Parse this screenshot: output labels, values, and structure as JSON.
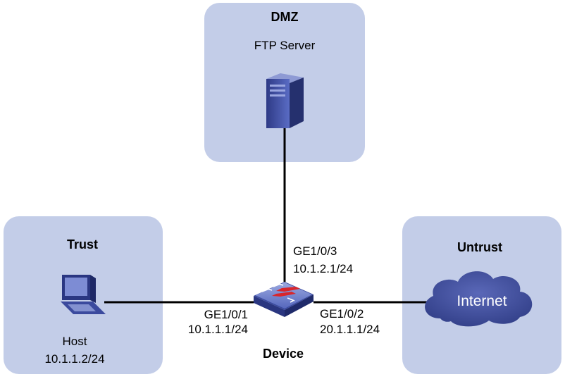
{
  "zones": {
    "dmz": {
      "title": "DMZ"
    },
    "trust": {
      "title": "Trust"
    },
    "untrust": {
      "title": "Untrust"
    }
  },
  "nodes": {
    "ftp_server": {
      "label": "FTP Server"
    },
    "host": {
      "label": "Host",
      "ip": "10.1.1.2/24"
    },
    "device": {
      "label": "Device"
    },
    "internet": {
      "label": "Internet"
    }
  },
  "interfaces": {
    "ge103": {
      "name": "GE1/0/3",
      "ip": "10.1.2.1/24"
    },
    "ge101": {
      "name": "GE1/0/1",
      "ip": "10.1.1.1/24"
    },
    "ge102": {
      "name": "GE1/0/2",
      "ip": "20.1.1.1/24"
    }
  },
  "colors": {
    "zone_fill": "#c3cde8",
    "link": "#000000",
    "cloud": "#3d4a94",
    "device_body": "#4a5db5"
  }
}
